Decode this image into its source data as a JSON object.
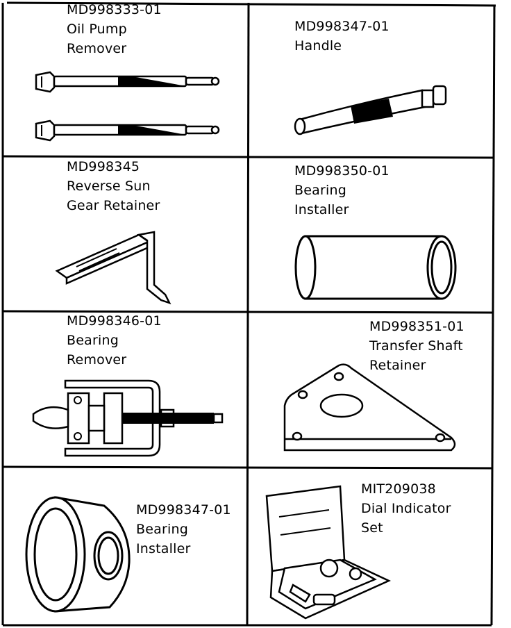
{
  "tools": [
    {
      "part_number": "MD998333-01",
      "name_lines": [
        "Oil Pump",
        "Remover"
      ],
      "icon": "oil-pump-remover-icon"
    },
    {
      "part_number": "MD998347-01",
      "name_lines": [
        "Handle"
      ],
      "icon": "handle-icon"
    },
    {
      "part_number": "MD998345",
      "name_lines": [
        "Reverse Sun",
        "Gear Retainer"
      ],
      "icon": "reverse-sun-gear-retainer-icon"
    },
    {
      "part_number": "MD998350-01",
      "name_lines": [
        "Bearing",
        "Installer"
      ],
      "icon": "bearing-installer-sleeve-icon"
    },
    {
      "part_number": "MD998346-01",
      "name_lines": [
        "Bearing",
        "Remover"
      ],
      "icon": "bearing-remover-icon"
    },
    {
      "part_number": "MD998351-01",
      "name_lines": [
        "Transfer Shaft",
        "Retainer"
      ],
      "icon": "transfer-shaft-retainer-icon"
    },
    {
      "part_number": "MD998347-01",
      "name_lines": [
        "Bearing",
        "Installer"
      ],
      "icon": "bearing-installer-collar-icon"
    },
    {
      "part_number": "MIT209038",
      "name_lines": [
        "Dial Indicator",
        "Set"
      ],
      "icon": "dial-indicator-set-icon"
    }
  ]
}
